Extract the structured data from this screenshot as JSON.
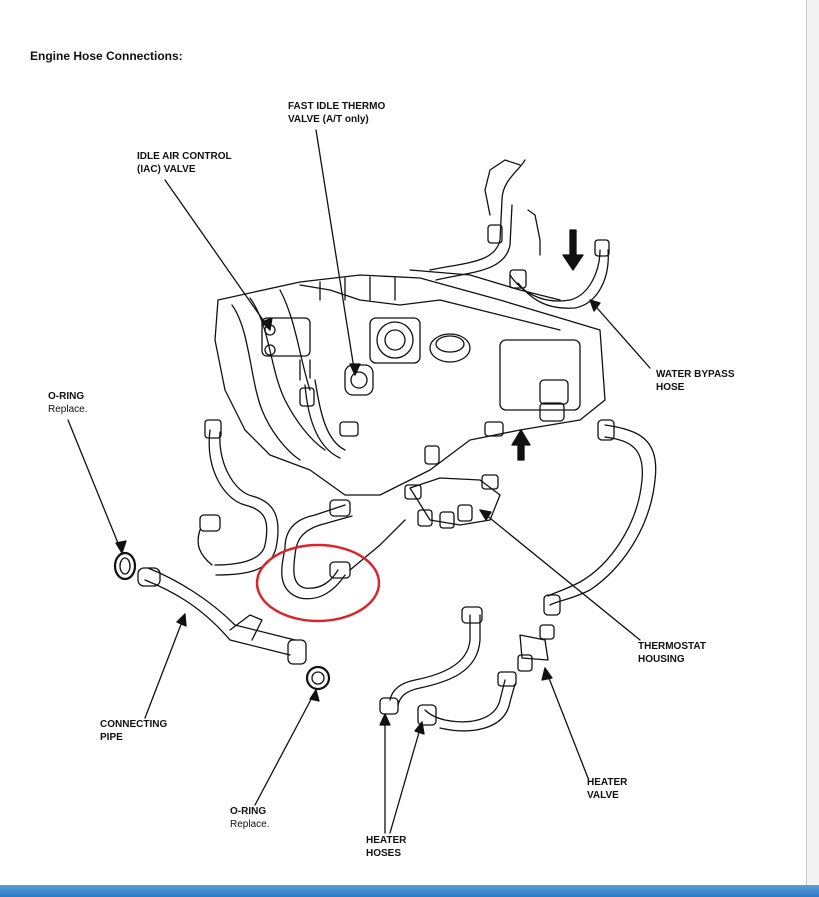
{
  "page": {
    "title": "Engine Hose Connections:"
  },
  "labels": {
    "fast_idle_line1": "FAST IDLE THERMO",
    "fast_idle_line2": "VALVE (A/T only)",
    "iac_line1": "IDLE AIR CONTROL",
    "iac_line2": "(IAC) VALVE",
    "oring_top": "O-RING",
    "oring_top_note": "Replace.",
    "water_bypass_line1": "WATER BYPASS",
    "water_bypass_line2": "HOSE",
    "thermostat_line1": "THERMOSTAT",
    "thermostat_line2": "HOUSING",
    "connecting_line1": "CONNECTING",
    "connecting_line2": "PIPE",
    "oring_bottom": "O-RING",
    "oring_bottom_note": "Replace.",
    "heater_valve_line1": "HEATER",
    "heater_valve_line2": "VALVE",
    "heater_hoses_line1": "HEATER",
    "heater_hoses_line2": "HOSES"
  },
  "highlight": {
    "color": "#d9262c"
  },
  "colors": {
    "line": "#111111",
    "taskbar": "#2f78c4"
  }
}
